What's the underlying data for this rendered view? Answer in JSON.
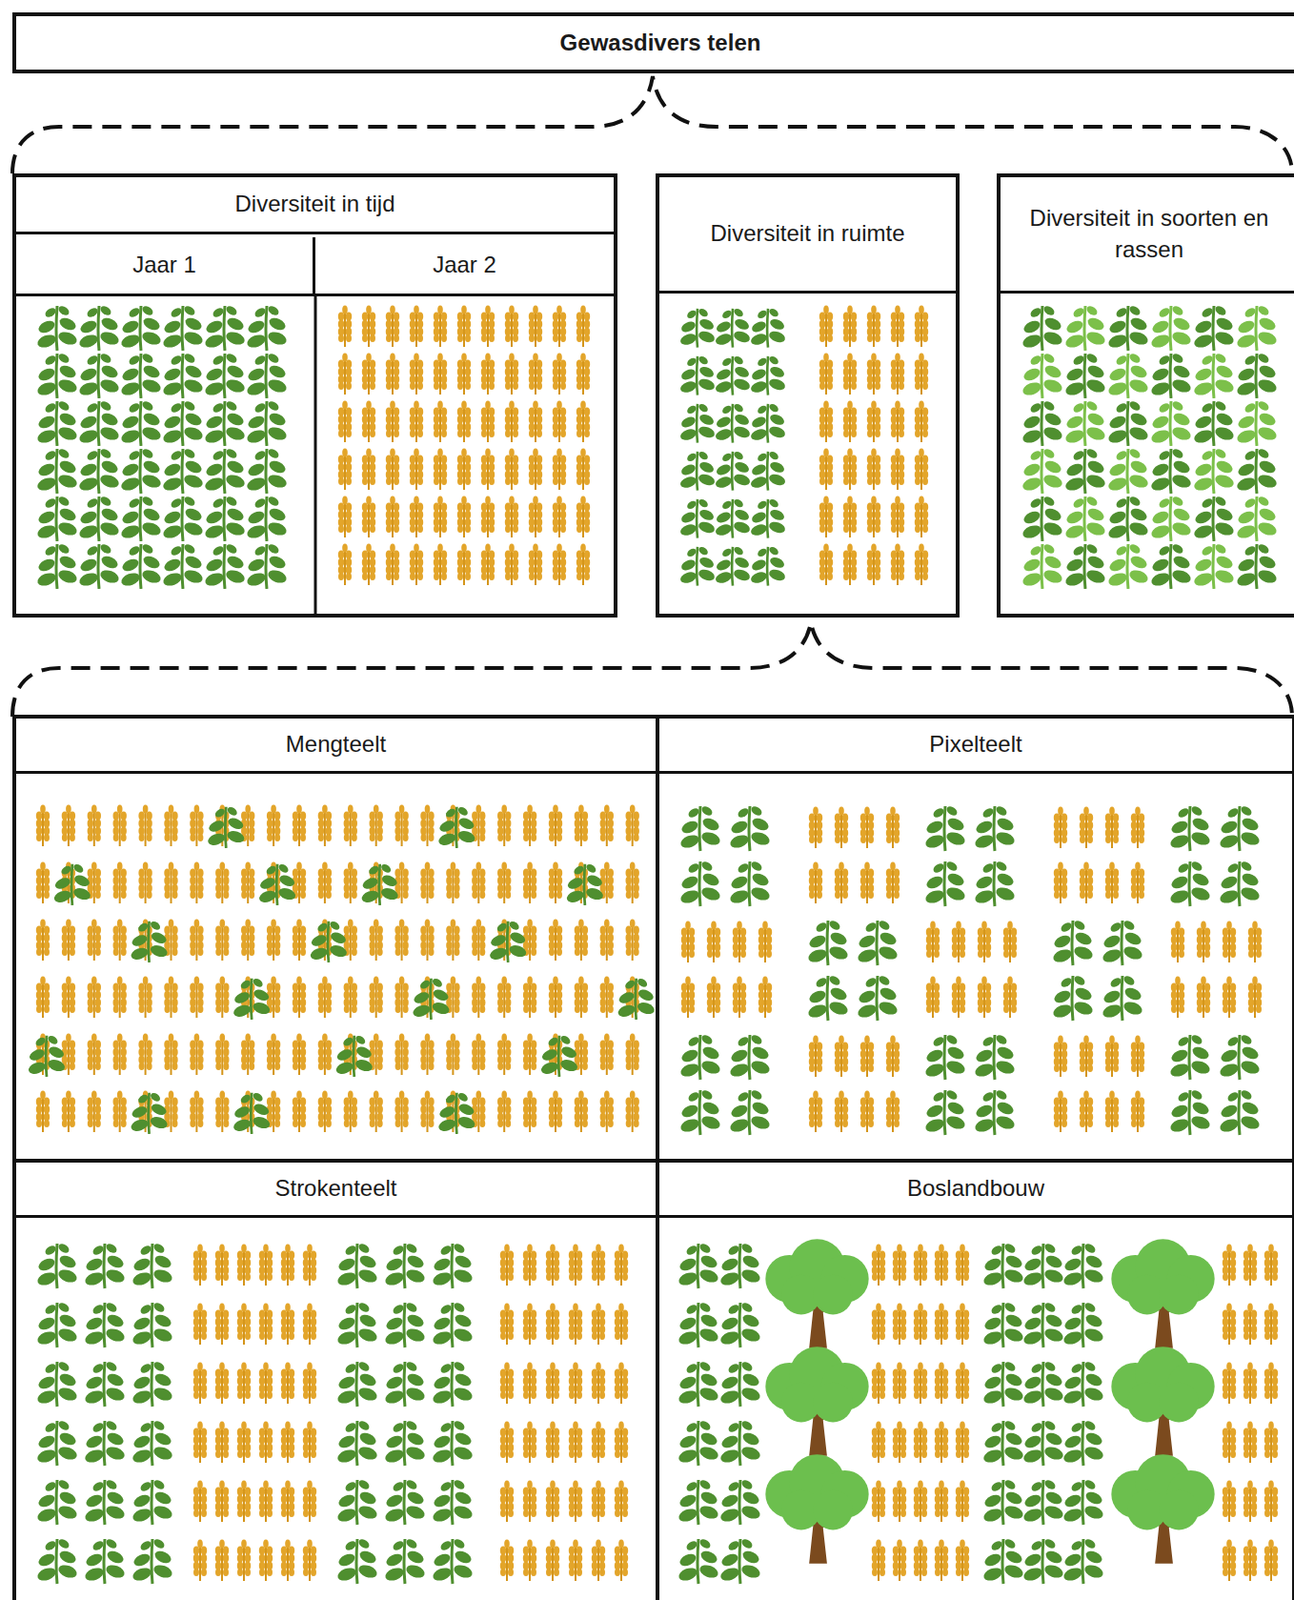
{
  "diagram": {
    "nodes": [
      {
        "text": [
          "Gewasdivers telen"
        ]
      },
      {
        "text": [
          "Diversiteit in tijd"
        ]
      },
      {
        "text": [
          "Jaar 1"
        ],
        "in": 1
      },
      {
        "text": [
          "Jaar 2"
        ],
        "in": 1
      },
      {
        "text": [
          "Diversiteit in ruimte"
        ]
      },
      {
        "text": [
          "Diversiteit in soorten en rassen"
        ]
      },
      {
        "text": [
          "Mengteelt"
        ]
      },
      {
        "text": [
          "Pixelteelt"
        ]
      },
      {
        "text": [
          "Strokenteelt"
        ]
      },
      {
        "text": [
          "Boslandbouw"
        ]
      }
    ]
  }
}
